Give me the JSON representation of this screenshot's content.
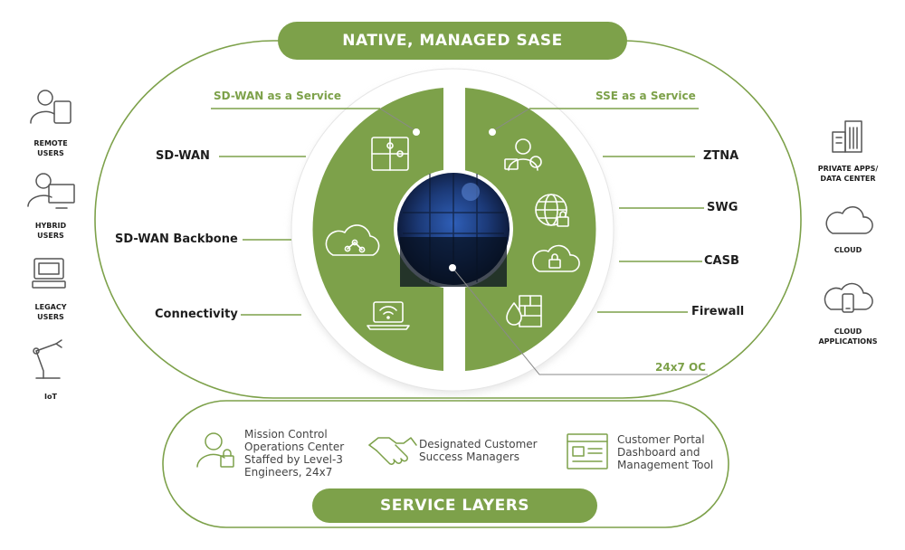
{
  "colors": {
    "accent": "#7da14a",
    "accent_dark": "#6b8f3d",
    "icon_stroke": "#7da14a",
    "text": "#1e1e1e"
  },
  "header": {
    "title": "NATIVE, MANAGED SASE"
  },
  "footer": {
    "title": "SERVICE LAYERS"
  },
  "left_section": {
    "title": "SD-WAN as a Service",
    "items": [
      "SD-WAN",
      "SD-WAN Backbone",
      "Connectivity"
    ]
  },
  "right_section": {
    "title": "SSE as a Service",
    "items": [
      "ZTNA",
      "SWG",
      "CASB",
      "Firewall"
    ]
  },
  "center": {
    "label": "24x7 OC"
  },
  "users": [
    {
      "label": "REMOTE\nUSERS",
      "icon": "person-laptop-icon"
    },
    {
      "label": "HYBRID\nUSERS",
      "icon": "person-desktop-icon"
    },
    {
      "label": "LEGACY\nUSERS",
      "icon": "computer-icon"
    },
    {
      "label": "IoT",
      "icon": "robot-arm-icon"
    }
  ],
  "destinations": [
    {
      "label": "PRIVATE APPS/\nDATA CENTER",
      "icon": "buildings-icon"
    },
    {
      "label": "CLOUD",
      "icon": "cloud-icon"
    },
    {
      "label": "CLOUD\nAPPLICATIONS",
      "icon": "cloud-phone-icon"
    }
  ],
  "service_layers": [
    {
      "text": "Mission Control\nOperations Center\nStaffed by Level-3\nEngineers, 24x7",
      "icon": "person-lock-icon"
    },
    {
      "text": "Designated Customer\nSuccess Managers",
      "icon": "handshake-icon"
    },
    {
      "text": "Customer Portal\nDashboard and\nManagement Tool",
      "icon": "dashboard-icon"
    }
  ]
}
